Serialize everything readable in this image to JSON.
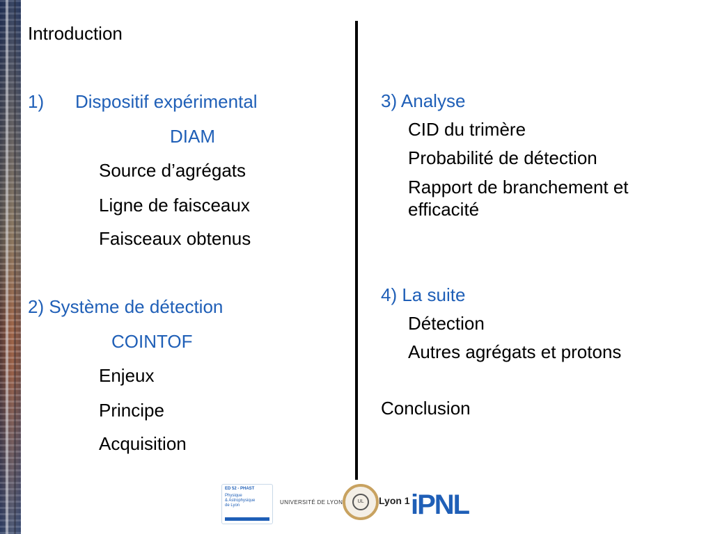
{
  "left_column": [
    {
      "text": "Introduction",
      "color": "black"
    },
    {
      "text": "1)",
      "color": "blue"
    },
    {
      "text": "Dispositif expérimental",
      "color": "blue"
    },
    {
      "text": "DIAM",
      "color": "blue"
    },
    {
      "text": "Source d’agrégats",
      "color": "black"
    },
    {
      "text": "Ligne de faisceaux",
      "color": "black"
    },
    {
      "text": "Faisceaux obtenus",
      "color": "black"
    },
    {
      "text": "2) Système de détection",
      "color": "blue"
    },
    {
      "text": "COINTOF",
      "color": "blue"
    },
    {
      "text": "Enjeux",
      "color": "black"
    },
    {
      "text": "Principe",
      "color": "black"
    },
    {
      "text": "Acquisition",
      "color": "black"
    }
  ],
  "right_column": [
    {
      "text": "3) Analyse",
      "color": "blue"
    },
    {
      "text": "CID du trimère",
      "color": "black"
    },
    {
      "text": "Probabilité de détection",
      "color": "black"
    },
    {
      "text": "Rapport de branchement et",
      "color": "black"
    },
    {
      "text": "efficacité",
      "color": "black"
    },
    {
      "text": "4) La suite",
      "color": "blue"
    },
    {
      "text": "Détection",
      "color": "black"
    },
    {
      "text": "Autres agrégats et protons",
      "color": "black"
    },
    {
      "text": "Conclusion",
      "color": "black"
    }
  ],
  "logos": {
    "phast_line1": "ED 52 - PHAST",
    "phast_line2": "Physique",
    "phast_line3": "& Astrophysique",
    "phast_line4": "de Lyon",
    "udl": "UNIVERSITÉ DE LYON",
    "seal": "UL",
    "lyon1": "Lyon 1",
    "ipnl": "iPNL"
  },
  "colors": {
    "blue": "#1f5fb7",
    "black": "#000000"
  }
}
